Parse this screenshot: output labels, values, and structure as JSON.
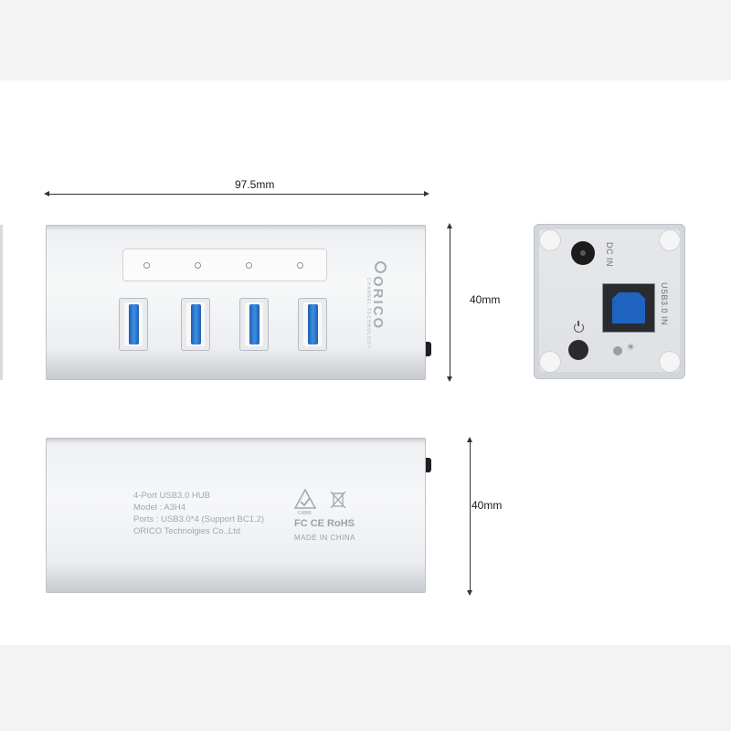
{
  "dimensions": {
    "length": "97.5mm",
    "height_front": "40mm",
    "height_bottom": "40mm"
  },
  "side_panel": {
    "dc_label": "DC IN",
    "usb_in_label": "USB3.0 IN"
  },
  "brand": {
    "logo": "ORICO",
    "tagline": "CHANNEL TECHNOLOGY"
  },
  "label_plate": {
    "lines": [
      "4-Port USB3.0 HUB",
      "Model : A3H4",
      "Ports  : USB3.0*4 (Support BC1.2)",
      "ORICO Technolgies Co.,Ltd"
    ],
    "cert_code": "C4888",
    "certifications": "FC CE RoHS",
    "origin": "MADE IN CHINA"
  },
  "colors": {
    "usb_blue": "#2a7ad8",
    "aluminum": "#eceef1",
    "band": "#f3f3f3"
  },
  "icons": [
    "power-icon",
    "led-icon",
    "check-certification-icon",
    "weee-bin-icon",
    "orico-logo-icon"
  ]
}
